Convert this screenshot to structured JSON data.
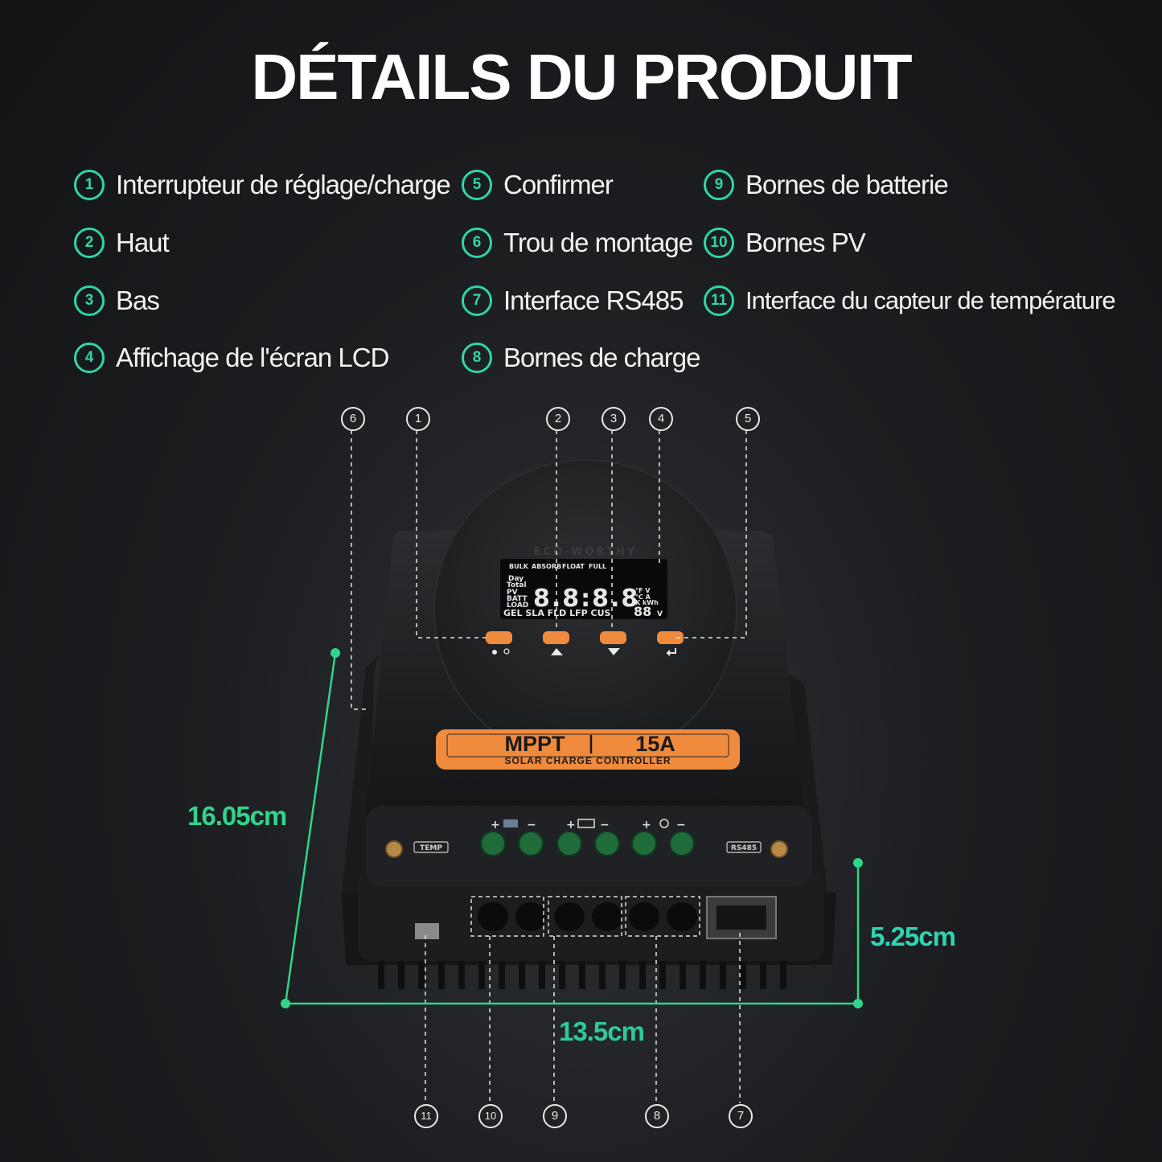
{
  "title": "DÉTAILS DU PRODUIT",
  "legend": [
    {
      "num": "1",
      "label": "Interrupteur de réglage/charge"
    },
    {
      "num": "2",
      "label": "Haut"
    },
    {
      "num": "3",
      "label": "Bas"
    },
    {
      "num": "4",
      "label": "Affichage de l'écran LCD"
    },
    {
      "num": "5",
      "label": "Confirmer"
    },
    {
      "num": "6",
      "label": "Trou de montage"
    },
    {
      "num": "7",
      "label": "Interface RS485"
    },
    {
      "num": "8",
      "label": "Bornes de charge"
    },
    {
      "num": "9",
      "label": "Bornes de batterie"
    },
    {
      "num": "10",
      "label": "Bornes PV"
    },
    {
      "num": "11",
      "label": "Interface du capteur de température"
    }
  ],
  "callouts_top": [
    "6",
    "1",
    "2",
    "3",
    "4",
    "5"
  ],
  "callouts_bottom": [
    "11",
    "10",
    "9",
    "8",
    "7"
  ],
  "dimensions": {
    "height": "16.05cm",
    "width": "13.5cm",
    "depth": "5.25cm"
  },
  "device": {
    "brand": "ECO-WORTHY",
    "model": "MPPT",
    "current": "15A",
    "subtitle": "SOLAR CHARGE CONTROLLER",
    "temp_label": "TEMP",
    "rs485_label": "RS485",
    "lcd": {
      "stages": [
        "BULK",
        "ABSORB",
        "FLOAT",
        "FULL"
      ],
      "left_labels": [
        "Day",
        "Total",
        "PV",
        "BATT",
        "LOAD"
      ],
      "digits": "8.8:8.8",
      "units": [
        "°F V",
        "°C A",
        "K kWh"
      ],
      "small_digits": "88",
      "small_unit": "V",
      "battery_types": "GEL SLA FLD LFP CUS"
    }
  },
  "colors": {
    "accent_green": "#2fd5a8",
    "orange": "#f08a3c",
    "dim_gradient_start": "#2fe07a",
    "dim_gradient_end": "#1fb9e8"
  }
}
